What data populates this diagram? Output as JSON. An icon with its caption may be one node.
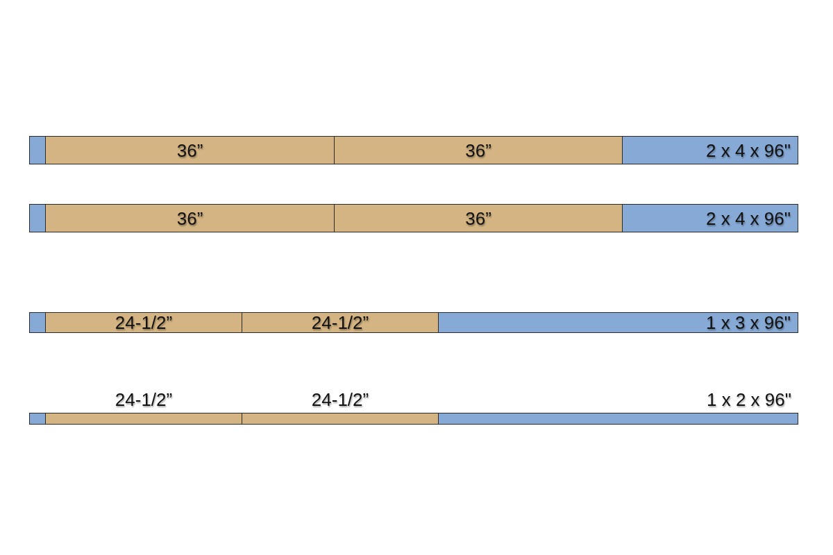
{
  "diagram": {
    "nodes": [
      {
        "text": [],
        "shape": "box"
      },
      {
        "text": [
          "36”"
        ]
      },
      {
        "text": [
          "36”"
        ]
      },
      {
        "text": [
          "2 x 4 x 96\""
        ]
      },
      {
        "text": [],
        "shape": "box"
      },
      {
        "text": [
          "36”"
        ]
      },
      {
        "text": [
          "36”"
        ]
      },
      {
        "text": [
          "2 x 4 x 96\""
        ]
      },
      {
        "text": [],
        "shape": "box"
      },
      {
        "text": [
          "24-1/2”"
        ]
      },
      {
        "text": [
          "24-1/2”"
        ]
      },
      {
        "text": [
          "1 x 3 x 96\""
        ]
      },
      {
        "text": [],
        "shape": "box"
      },
      {
        "text": [
          "24-1/2”"
        ]
      },
      {
        "text": [
          "24-1/2”"
        ]
      },
      {
        "text": [
          "1 x 2 x 96\""
        ]
      }
    ]
  }
}
